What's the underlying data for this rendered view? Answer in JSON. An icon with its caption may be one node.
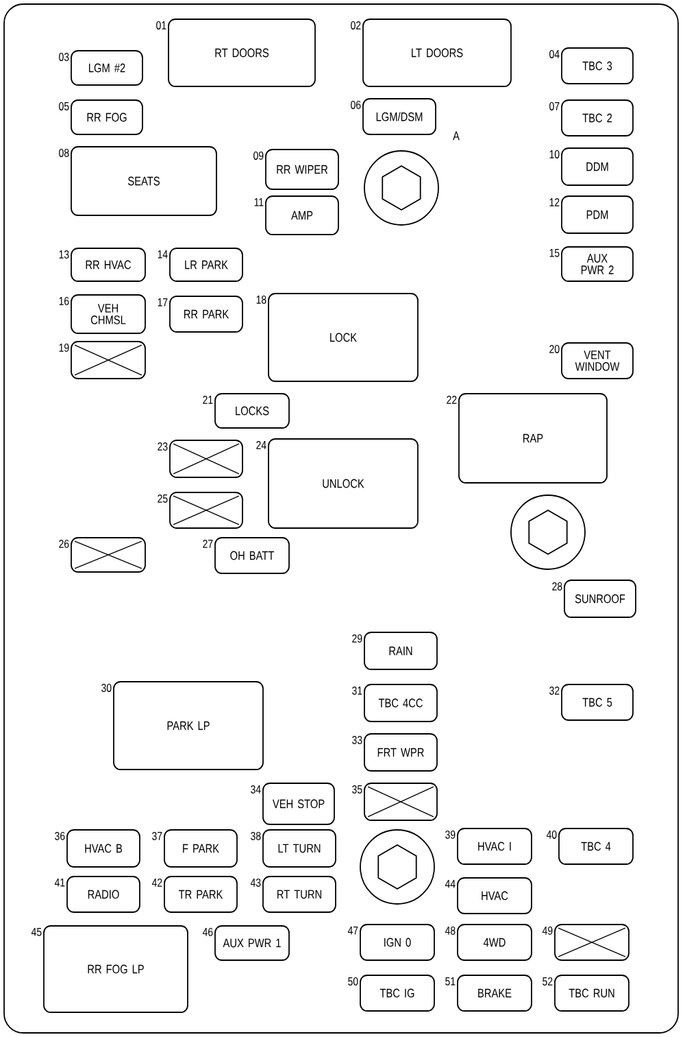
{
  "diagram": {
    "nodes": [
      {
        "text": [
          "RT DOORS"
        ],
        "beside": [
          "01"
        ]
      },
      {
        "text": [
          "LT DOORS"
        ],
        "beside": [
          "02"
        ]
      },
      {
        "text": [
          "LGM #2"
        ],
        "beside": [
          "03"
        ]
      },
      {
        "text": [
          "TBC 3"
        ],
        "beside": [
          "04"
        ]
      },
      {
        "text": [
          "RR FOG"
        ],
        "beside": [
          "05"
        ]
      },
      {
        "text": [
          "LGM/DSM"
        ],
        "beside": [
          "06"
        ]
      },
      {
        "text": [
          "TBC 2"
        ],
        "beside": [
          "07"
        ]
      },
      {
        "text": [
          "SEATS"
        ],
        "beside": [
          "08"
        ]
      },
      {
        "text": [
          "RR WIPER"
        ],
        "beside": [
          "09"
        ]
      },
      {
        "text": [
          "DDM"
        ],
        "beside": [
          "10"
        ]
      },
      {
        "text": [
          "AMP"
        ],
        "beside": [
          "11"
        ]
      },
      {
        "text": [
          "PDM"
        ],
        "beside": [
          "12"
        ]
      },
      {
        "text": [
          "RR HVAC"
        ],
        "beside": [
          "13"
        ]
      },
      {
        "text": [
          "LR PARK"
        ],
        "beside": [
          "14"
        ]
      },
      {
        "text": [
          "AUX PWR 2"
        ],
        "beside": [
          "15"
        ]
      },
      {
        "text": [
          "VEH CHMSL"
        ],
        "beside": [
          "16"
        ]
      },
      {
        "text": [
          "RR PARK"
        ],
        "beside": [
          "17"
        ]
      },
      {
        "text": [
          "LOCK"
        ],
        "beside": [
          "18"
        ]
      },
      {
        "text": [],
        "shape": "box",
        "beside": [
          "19"
        ]
      },
      {
        "text": [
          "VENT WINDOW"
        ],
        "beside": [
          "20"
        ]
      },
      {
        "text": [
          "LOCKS"
        ],
        "beside": [
          "21"
        ]
      },
      {
        "text": [
          "RAP"
        ],
        "beside": [
          "22"
        ]
      },
      {
        "text": [],
        "shape": "box",
        "beside": [
          "23"
        ]
      },
      {
        "text": [
          "UNLOCK"
        ],
        "beside": [
          "24"
        ]
      },
      {
        "text": [],
        "shape": "box",
        "beside": [
          "25"
        ]
      },
      {
        "text": [],
        "shape": "box",
        "beside": [
          "26"
        ]
      },
      {
        "text": [
          "OH BATT"
        ],
        "beside": [
          "27"
        ]
      },
      {
        "text": [
          "SUNROOF"
        ],
        "beside": [
          "28"
        ]
      },
      {
        "text": [
          "RAIN"
        ],
        "beside": [
          "29"
        ]
      },
      {
        "text": [
          "PARK LP"
        ],
        "beside": [
          "30"
        ]
      },
      {
        "text": [
          "TBC 4CC"
        ],
        "beside": [
          "31"
        ]
      },
      {
        "text": [
          "TBC 5"
        ],
        "beside": [
          "32"
        ]
      },
      {
        "text": [
          "FRT WPR"
        ],
        "beside": [
          "33"
        ]
      },
      {
        "text": [
          "VEH STOP"
        ],
        "beside": [
          "34"
        ]
      },
      {
        "text": [],
        "shape": "box",
        "beside": [
          "35"
        ]
      },
      {
        "text": [
          "HVAC B"
        ],
        "beside": [
          "36"
        ]
      },
      {
        "text": [
          "F PARK"
        ],
        "beside": [
          "37"
        ]
      },
      {
        "text": [
          "LT TURN"
        ],
        "beside": [
          "38"
        ]
      },
      {
        "text": [
          "HVAC I"
        ],
        "beside": [
          "39"
        ]
      },
      {
        "text": [
          "TBC 4"
        ],
        "beside": [
          "40"
        ]
      },
      {
        "text": [
          "RADIO"
        ],
        "beside": [
          "41"
        ]
      },
      {
        "text": [
          "TR PARK"
        ],
        "beside": [
          "42"
        ]
      },
      {
        "text": [
          "RT TURN"
        ],
        "beside": [
          "43"
        ]
      },
      {
        "text": [
          "HVAC"
        ],
        "beside": [
          "44"
        ]
      },
      {
        "text": [
          "RR FOG LP"
        ],
        "beside": [
          "45"
        ]
      },
      {
        "text": [
          "AUX PWR 1"
        ],
        "beside": [
          "46"
        ]
      },
      {
        "text": [
          "IGN 0"
        ],
        "beside": [
          "47"
        ]
      },
      {
        "text": [
          "4WD"
        ],
        "beside": [
          "48"
        ]
      },
      {
        "text": [],
        "shape": "box",
        "beside": [
          "49"
        ]
      },
      {
        "text": [
          "TBC IG"
        ],
        "beside": [
          "50"
        ]
      },
      {
        "text": [
          "BRAKE"
        ],
        "beside": [
          "51"
        ]
      },
      {
        "text": [
          "TBC RUN"
        ],
        "beside": [
          "52"
        ]
      }
    ],
    "labels": [
      "A"
    ]
  }
}
